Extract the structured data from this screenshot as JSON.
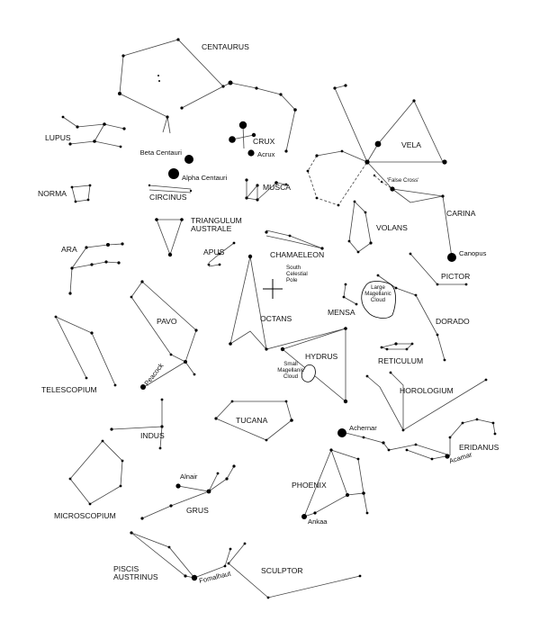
{
  "constellations": [
    {
      "key": "centaurus",
      "name": "CENTAURUS"
    },
    {
      "key": "lupus",
      "name": "LUPUS"
    },
    {
      "key": "crux",
      "name": "CRUX"
    },
    {
      "key": "vela",
      "name": "VELA"
    },
    {
      "key": "norma",
      "name": "NORMA"
    },
    {
      "key": "circinus",
      "name": "CIRCINUS"
    },
    {
      "key": "musca",
      "name": "MUSCA"
    },
    {
      "key": "carina",
      "name": "CARINA"
    },
    {
      "key": "triangulum-australe",
      "name": "TRIANGULUM\nAUSTRALE"
    },
    {
      "key": "volans",
      "name": "VOLANS"
    },
    {
      "key": "ara",
      "name": "ARA"
    },
    {
      "key": "apus",
      "name": "APUS"
    },
    {
      "key": "chamaeleon",
      "name": "CHAMAELEON"
    },
    {
      "key": "pictor",
      "name": "PICTOR"
    },
    {
      "key": "pavo",
      "name": "PAVO"
    },
    {
      "key": "mensa",
      "name": "MENSA"
    },
    {
      "key": "octans",
      "name": "OCTANS"
    },
    {
      "key": "dorado",
      "name": "DORADO"
    },
    {
      "key": "hydrus",
      "name": "HYDRUS"
    },
    {
      "key": "reticulum",
      "name": "RETICULUM"
    },
    {
      "key": "telescopium",
      "name": "TELESCOPIUM"
    },
    {
      "key": "horologium",
      "name": "HOROLOGIUM"
    },
    {
      "key": "tucana",
      "name": "TUCANA"
    },
    {
      "key": "indus",
      "name": "INDUS"
    },
    {
      "key": "eridanus",
      "name": "ERIDANUS"
    },
    {
      "key": "phoenix",
      "name": "PHOENIX"
    },
    {
      "key": "grus",
      "name": "GRUS"
    },
    {
      "key": "microscopium",
      "name": "MICROSCOPIUM"
    },
    {
      "key": "piscis-austrinus",
      "name": "PISCIS\nAUSTRINUS"
    },
    {
      "key": "sculptor",
      "name": "SCULPTOR"
    }
  ],
  "stars": [
    {
      "key": "beta-centauri",
      "name": "Beta Centauri"
    },
    {
      "key": "alpha-centauri",
      "name": "Alpha Centauri"
    },
    {
      "key": "acrux",
      "name": "Acrux"
    },
    {
      "key": "canopus",
      "name": "Canopus"
    },
    {
      "key": "peacock",
      "name": "Peacock"
    },
    {
      "key": "achernar",
      "name": "Achernar"
    },
    {
      "key": "acamar",
      "name": "Acamar"
    },
    {
      "key": "alnair",
      "name": "Alnair"
    },
    {
      "key": "ankaa",
      "name": "Ankaa"
    },
    {
      "key": "fomalhaut",
      "name": "Fomalhaut"
    }
  ],
  "annotations": [
    {
      "key": "false-cross",
      "text": "'False Cross'"
    },
    {
      "key": "south-celestial-pole",
      "text": "South\nCelestial\nPole"
    },
    {
      "key": "large-magellanic-cloud",
      "text": "Large\nMagellanic\nCloud"
    },
    {
      "key": "small-magellanic-cloud",
      "text": "Small\nMagellanic\nCloud"
    }
  ]
}
